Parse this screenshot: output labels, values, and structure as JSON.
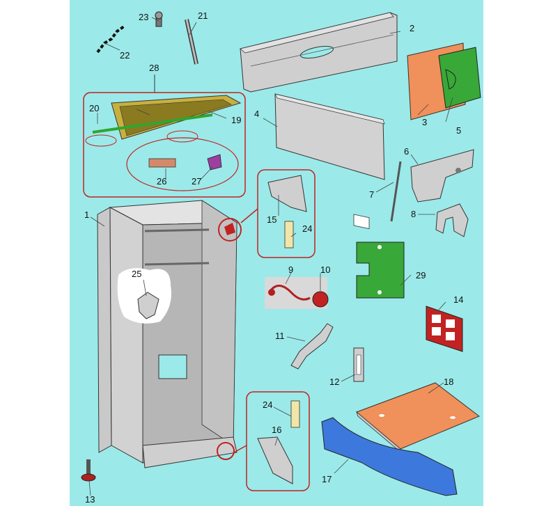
{
  "colors": {
    "background": "#9ce9e9",
    "cabinet_panel": "#c9c9c9",
    "cabinet_inner": "#b6b6b6",
    "outline": "#2a2a2a",
    "callout_red": "#c22222",
    "orange_part": "#f0905a",
    "green_part": "#38a838",
    "blue_part": "#3d78dc",
    "olive_part": "#8a7a20",
    "copper_part": "#d48a6a",
    "purple_part": "#9b3fa0"
  },
  "parts": [
    {
      "number": "1",
      "icon": "cabinet-body"
    },
    {
      "number": "2",
      "icon": "top-panel"
    },
    {
      "number": "3",
      "icon": "orange-plate"
    },
    {
      "number": "4",
      "icon": "rear-panel"
    },
    {
      "number": "5",
      "icon": "green-cover"
    },
    {
      "number": "6",
      "icon": "lock-bracket"
    },
    {
      "number": "7",
      "icon": "rod"
    },
    {
      "number": "8",
      "icon": "clip-bracket"
    },
    {
      "number": "9",
      "icon": "wiring-harness"
    },
    {
      "number": "10",
      "icon": "red-button"
    },
    {
      "number": "11",
      "icon": "strap-bracket"
    },
    {
      "number": "12",
      "icon": "latch"
    },
    {
      "number": "13",
      "icon": "leveling-foot"
    },
    {
      "number": "14",
      "icon": "red-grille"
    },
    {
      "number": "15",
      "icon": "hinge-plate"
    },
    {
      "number": "16",
      "icon": "hinge-plate"
    },
    {
      "number": "17",
      "icon": "blue-trough"
    },
    {
      "number": "18",
      "icon": "orange-tray"
    },
    {
      "number": "19",
      "icon": "lid-frame"
    },
    {
      "number": "20",
      "icon": "green-strip"
    },
    {
      "number": "21",
      "icon": "gas-spring"
    },
    {
      "number": "22",
      "icon": "chain"
    },
    {
      "number": "23",
      "icon": "bolt"
    },
    {
      "number": "24",
      "icon": "hinge-pin"
    },
    {
      "number": "25",
      "icon": "angle-bracket"
    },
    {
      "number": "26",
      "icon": "copper-pad"
    },
    {
      "number": "27",
      "icon": "purple-clip"
    },
    {
      "number": "28",
      "icon": "lid-assembly-callout"
    },
    {
      "number": "29",
      "icon": "green-plate"
    }
  ]
}
